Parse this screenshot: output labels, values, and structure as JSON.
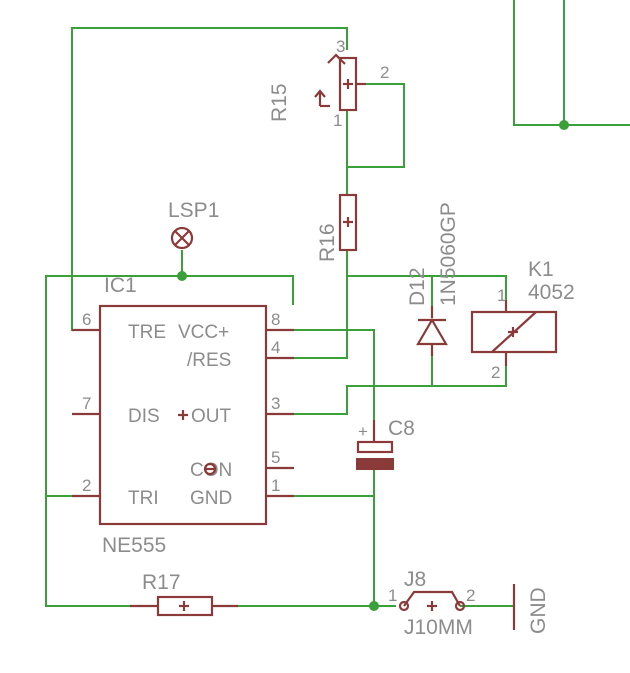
{
  "colors": {
    "wire": "#3aa03a",
    "part": "#8b3a3a",
    "text": "#8c8c8c",
    "background": "#ffffff"
  },
  "ic1": {
    "name": "IC1",
    "value": "NE555",
    "pins": {
      "tre": "TRE",
      "vcc": "VCC+",
      "res": "/RES",
      "dis": "DIS",
      "out": "OUT",
      "con": "CON",
      "tri": "TRI",
      "gnd": "GND"
    },
    "pin_numbers": {
      "p6": "6",
      "p8": "8",
      "p4": "4",
      "p7": "7",
      "p3": "3",
      "p5": "5",
      "p2": "2",
      "p1": "1"
    }
  },
  "r15": {
    "name": "R15",
    "pin1": "1",
    "pin2": "2",
    "pin3": "3"
  },
  "r16": {
    "name": "R16"
  },
  "r17": {
    "name": "R17"
  },
  "lsp1": {
    "name": "LSP1"
  },
  "d12": {
    "name": "D12",
    "value": "1N5060GP"
  },
  "k1": {
    "name": "K1",
    "value": "4052",
    "pin1": "1",
    "pin2": "2"
  },
  "c8": {
    "name": "C8",
    "polarity": "+"
  },
  "j8": {
    "name": "J8",
    "value": "J10MM",
    "pin1": "1",
    "pin2": "2"
  },
  "gnd": {
    "label": "GND"
  }
}
